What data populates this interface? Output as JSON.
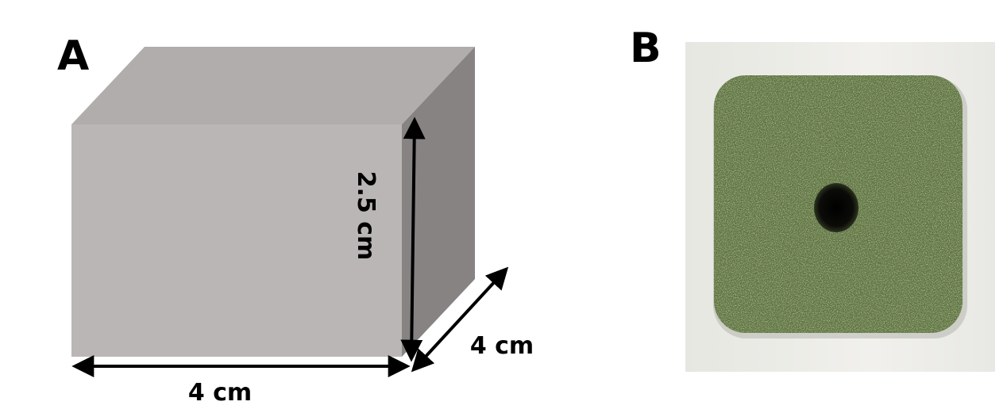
{
  "panel_a": {
    "label": "A",
    "dimensions": {
      "width": "4 cm",
      "height": "2.5 cm",
      "depth": "4 cm"
    },
    "colors": {
      "front": "#bbb6b6",
      "top": "#b1adad",
      "side": "#878383"
    }
  },
  "panel_b": {
    "label": "B",
    "colors": {
      "background": "#f0efeb",
      "block": "#5e7441",
      "hole": "#0b0b08"
    }
  }
}
